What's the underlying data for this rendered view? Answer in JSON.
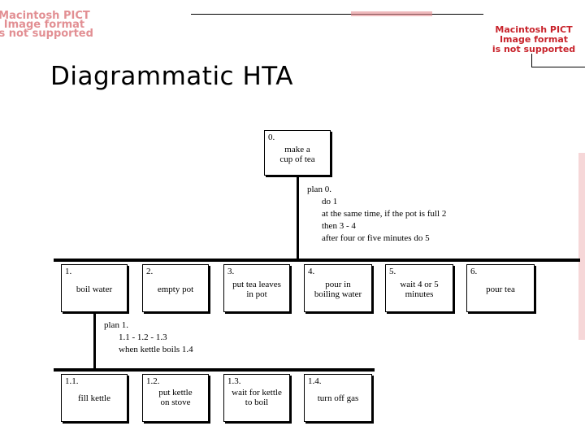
{
  "slide": {
    "title": "Diagrammatic HTA"
  },
  "placeholders": {
    "pict_error": "Macintosh PICT\nImage format\nis not supported",
    "pict_error_faded": "Macintosh PICT\nImage format\nis not supported"
  },
  "diagram": {
    "root": {
      "num": "0.",
      "label": "make a\ncup of tea"
    },
    "plan0": {
      "heading": "plan 0.",
      "lines": [
        "do 1",
        "at the same time, if the pot is full 2",
        "then 3 - 4",
        "after four or five minutes do 5"
      ]
    },
    "level1": [
      {
        "num": "1.",
        "label": "boil water"
      },
      {
        "num": "2.",
        "label": "empty pot"
      },
      {
        "num": "3.",
        "label": "put tea leaves\nin pot"
      },
      {
        "num": "4.",
        "label": "pour in\nboiling water"
      },
      {
        "num": "5.",
        "label": "wait 4 or 5\nminutes"
      },
      {
        "num": "6.",
        "label": "pour tea"
      }
    ],
    "plan1": {
      "heading": "plan 1.",
      "lines": [
        "1.1 - 1.2 - 1.3",
        "when kettle boils  1.4"
      ]
    },
    "level2": [
      {
        "num": "1.1.",
        "label": "fill kettle"
      },
      {
        "num": "1.2.",
        "label": "put kettle\non stove"
      },
      {
        "num": "1.3.",
        "label": "wait for kettle\nto boil"
      },
      {
        "num": "1.4.",
        "label": "turn off gas"
      }
    ]
  }
}
